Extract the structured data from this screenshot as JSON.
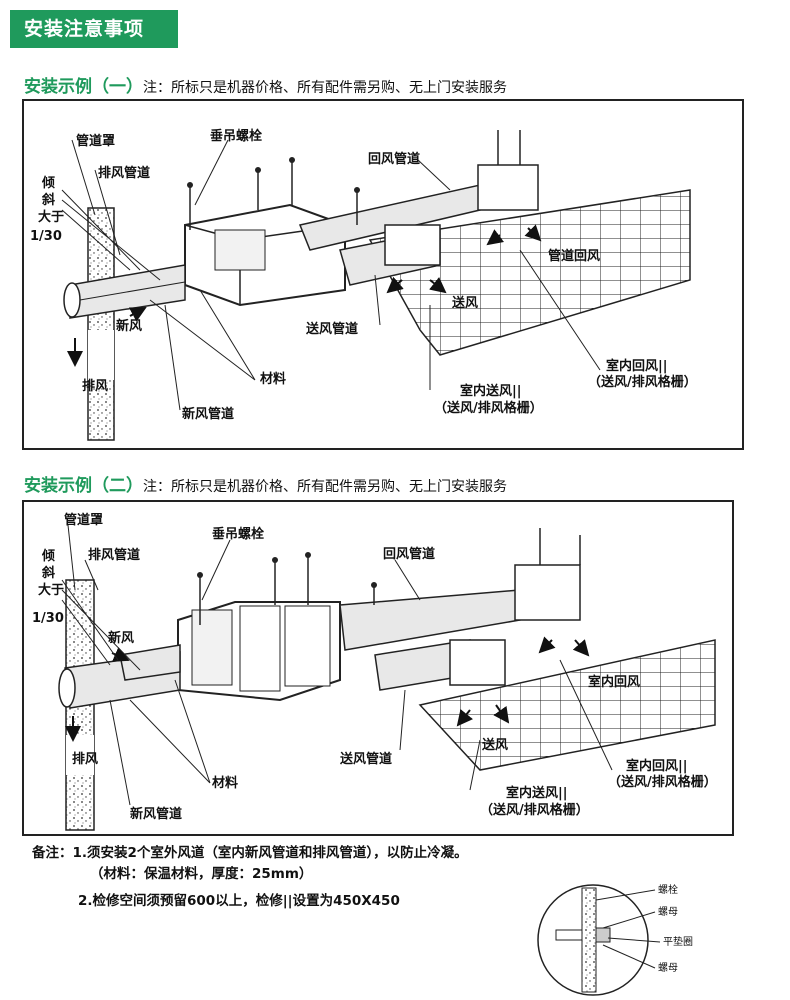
{
  "header": {
    "title": "安装注意事项"
  },
  "examples": [
    {
      "title": "安装示例（一）",
      "note": "注：所标只是机器价格、所有配件需另购、无上门安装服务",
      "labels": {
        "duct_cover": "管道罩",
        "tilt_1": "倾",
        "tilt_2": "斜",
        "tilt_3": "大于",
        "tilt_4": "1/30",
        "exhaust_duct": "排风管道",
        "hanging_bolt": "垂吊螺栓",
        "return_duct": "回风管道",
        "duct_return": "管道回风",
        "supply_air": "送风",
        "supply_duct": "送风管道",
        "fresh_air": "新风",
        "exhaust": "排风",
        "material": "材料",
        "fresh_duct": "新风管道",
        "indoor_return_1": "室内回风||",
        "indoor_return_2": "（送风/排风格栅）",
        "indoor_supply_1": "室内送风||",
        "indoor_supply_2": "（送风/排风格栅）"
      }
    },
    {
      "title": "安装示例（二）",
      "note": "注：所标只是机器价格、所有配件需另购、无上门安装服务",
      "labels": {
        "duct_cover": "管道罩",
        "tilt_1": "倾",
        "tilt_2": "斜",
        "tilt_3": "大于",
        "tilt_4": "1/30",
        "exhaust_duct": "排风管道",
        "hanging_bolt": "垂吊螺栓",
        "return_duct": "回风管道",
        "fresh_air": "新风",
        "indoor_return": "室内回风",
        "supply_air": "送风",
        "exhaust": "排风",
        "supply_duct": "送风管道",
        "material": "材料",
        "fresh_duct": "新风管道",
        "indoor_return_1": "室内回风||",
        "indoor_return_2": "（送风/排风格栅）",
        "indoor_supply_1": "室内送风||",
        "indoor_supply_2": "（送风/排风格栅）"
      }
    }
  ],
  "notes": {
    "line1": "备注：1.须安装2个室外风道（室内新风管道和排风管道），以防止冷凝。",
    "line2": "（材料：保温材料，厚度：25mm）",
    "line3": "2.检修空间须预留600以上，检修||设置为450X450"
  },
  "bolt_detail": {
    "bolt": "螺栓",
    "nut_top": "螺母",
    "washer": "平垫圈",
    "nut_bottom": "螺母"
  },
  "colors": {
    "accent": "#1f9a5c"
  }
}
